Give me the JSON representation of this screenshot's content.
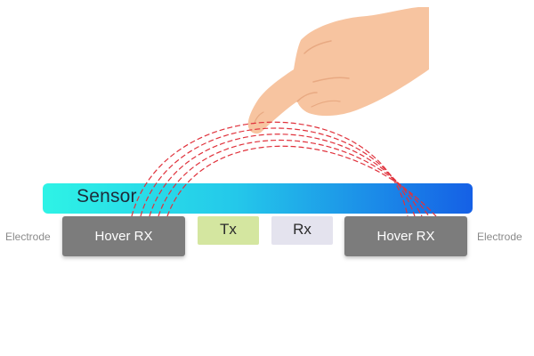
{
  "sensor": {
    "label": "Sensor",
    "gradient_start": "#2ef3e6",
    "gradient_end": "#1560e6"
  },
  "electrodes": {
    "hover_left": {
      "label": "Hover RX",
      "color": "#7b7b7b"
    },
    "tx": {
      "label": "Tx",
      "color": "#d4e6a0"
    },
    "rx": {
      "label": "Rx",
      "color": "#e4e3ee"
    },
    "hover_right": {
      "label": "Hover RX",
      "color": "#7b7b7b"
    }
  },
  "side_labels": {
    "left": "Electrode",
    "right": "Electrode"
  },
  "field_lines": {
    "color": "#e0323c",
    "count": 5,
    "style": "dashed"
  },
  "hand": {
    "skin_color": "#f7c4a0"
  }
}
